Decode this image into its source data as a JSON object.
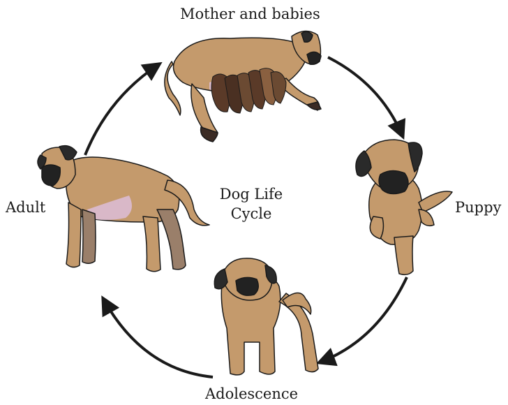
{
  "diagram": {
    "title_line1": "Dog Life",
    "title_line2": "Cycle",
    "stages": {
      "mother": "Mother and babies",
      "puppy": "Puppy",
      "adolescence": "Adolescence",
      "adult": "Adult"
    },
    "colors": {
      "fur": "#c49a6c",
      "outline": "#1a1a1a",
      "muzzle": "#222222",
      "belly": "#d9b8c8",
      "dark_leg": "#9a7f6a",
      "pup_dark": "#5a3a28",
      "pup_mid": "#8a6040",
      "arrow": "#1a1a1a"
    }
  }
}
